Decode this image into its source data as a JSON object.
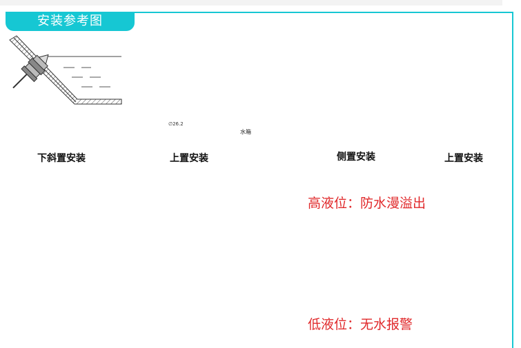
{
  "header": {
    "title": "安装参考图"
  },
  "installations": [
    {
      "label": "下斜置安装"
    },
    {
      "label": "上置安装"
    },
    {
      "label": "侧置安装"
    },
    {
      "label": "上置安装"
    }
  ],
  "annotations": {
    "tank_label": "水箱",
    "dimension_label": "∅26.2"
  },
  "alarms": {
    "high": {
      "label": "高液位：防水漫溢出",
      "light_color": "#1a9a2a"
    },
    "low": {
      "label": "低液位：无水报警",
      "light_color": "#e0141a"
    }
  },
  "colors": {
    "accent": "#16c7d3",
    "alarm_text": "#e0282a",
    "water": "#48b4cb"
  }
}
